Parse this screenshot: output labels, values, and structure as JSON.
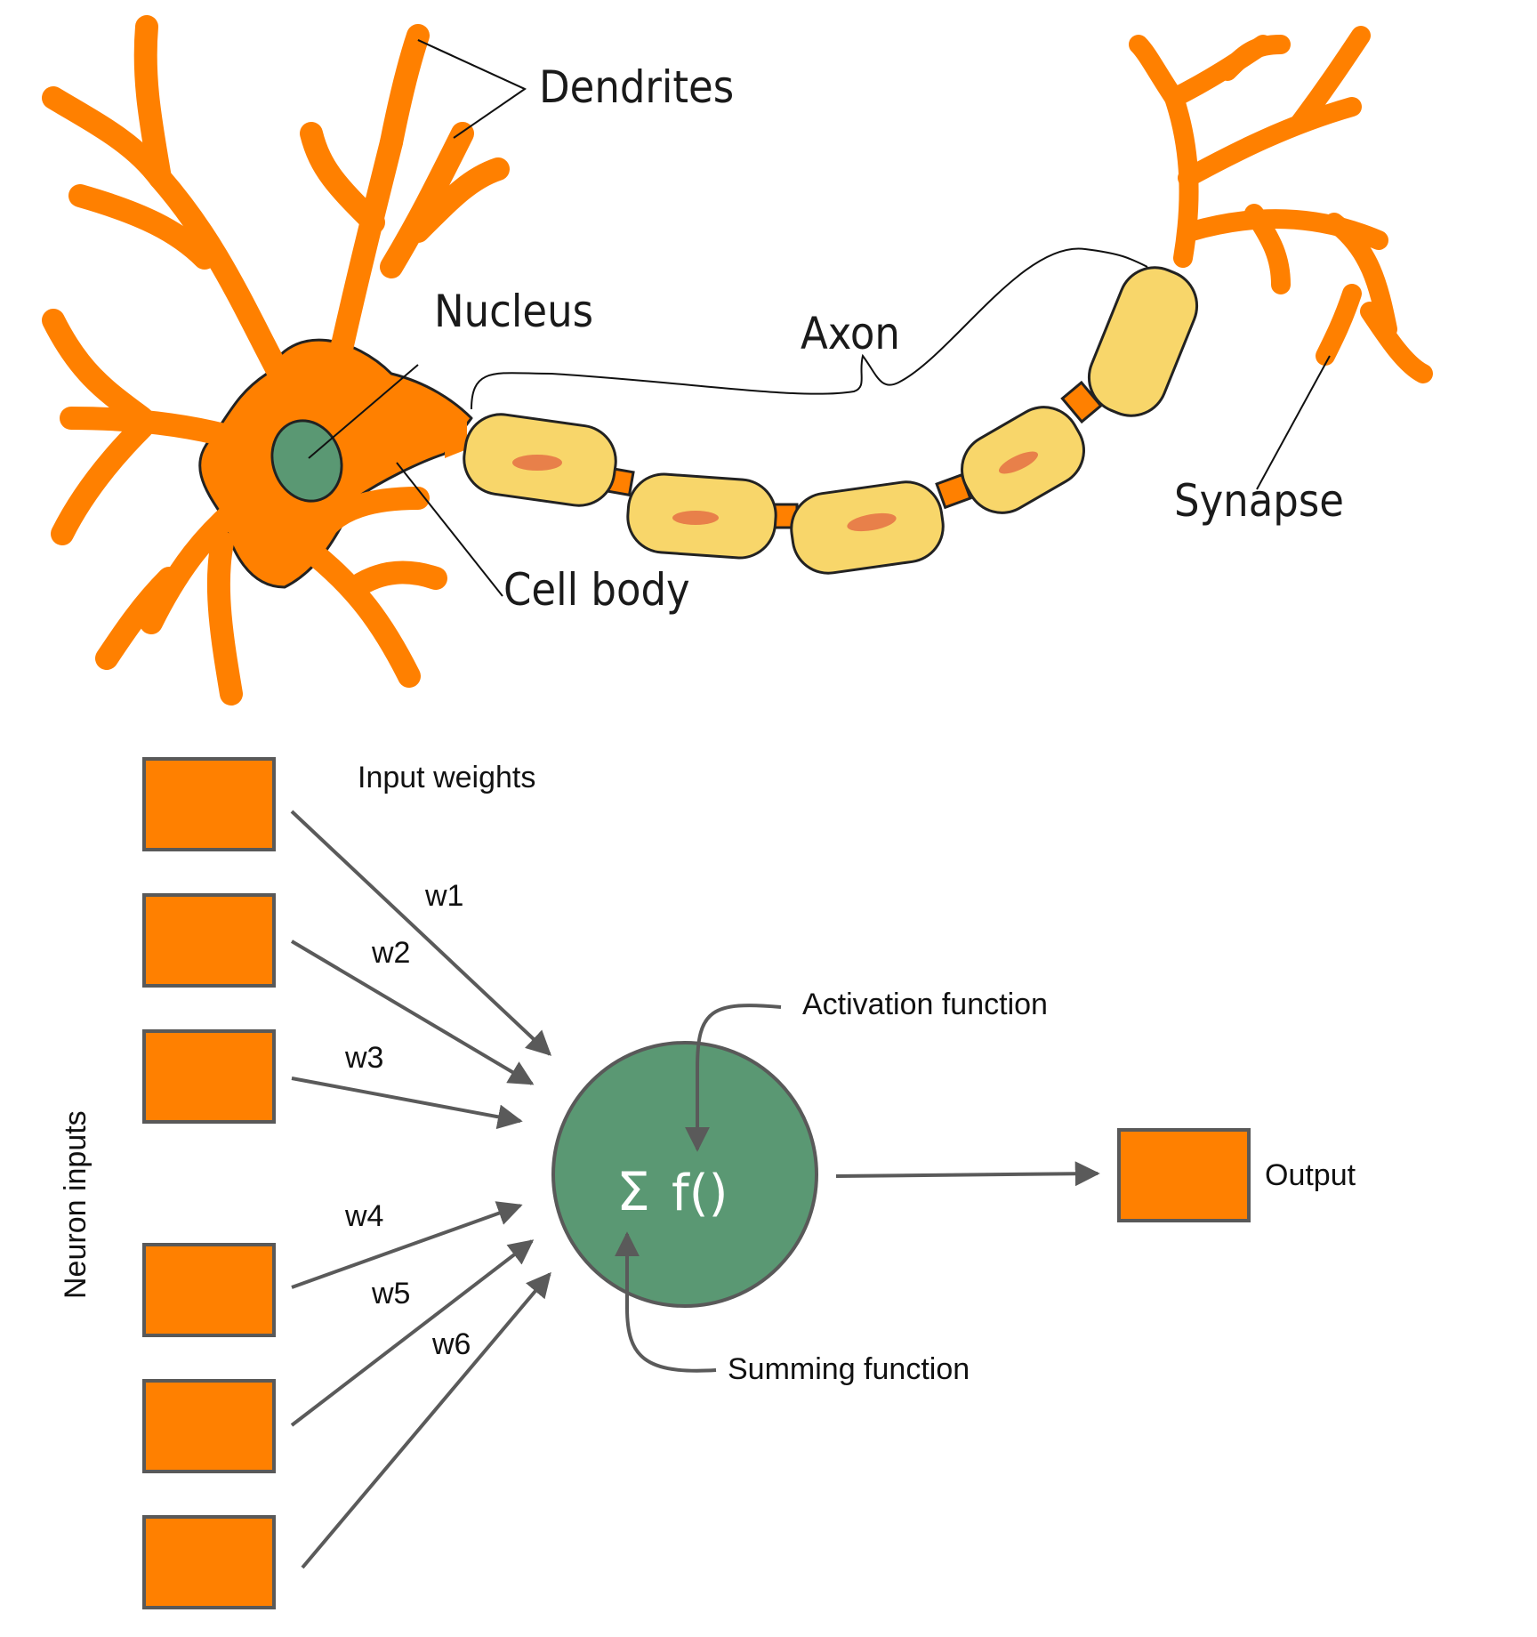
{
  "neuron": {
    "labels": {
      "dendrites": "Dendrites",
      "nucleus": "Nucleus",
      "axon": "Axon",
      "cell_body": "Cell body",
      "synapse": "Synapse"
    }
  },
  "model": {
    "input_weights_label": "Input weights",
    "neuron_inputs_label": "Neuron inputs",
    "weights": [
      "w1",
      "w2",
      "w3",
      "w4",
      "w5",
      "w6"
    ],
    "sum_symbol": "Σ",
    "activation_symbol": "f()",
    "activation_label": "Activation function",
    "summing_label": "Summing function",
    "output_label": "Output"
  },
  "colors": {
    "neuron_fill": "#FF8000",
    "myelin_fill": "#F8D66A",
    "nucleus_fill": "#5A9873",
    "node_fill": "#5A9873",
    "box_fill": "#FF8000",
    "box_stroke": "#595959",
    "arrow": "#5A5A5A"
  }
}
